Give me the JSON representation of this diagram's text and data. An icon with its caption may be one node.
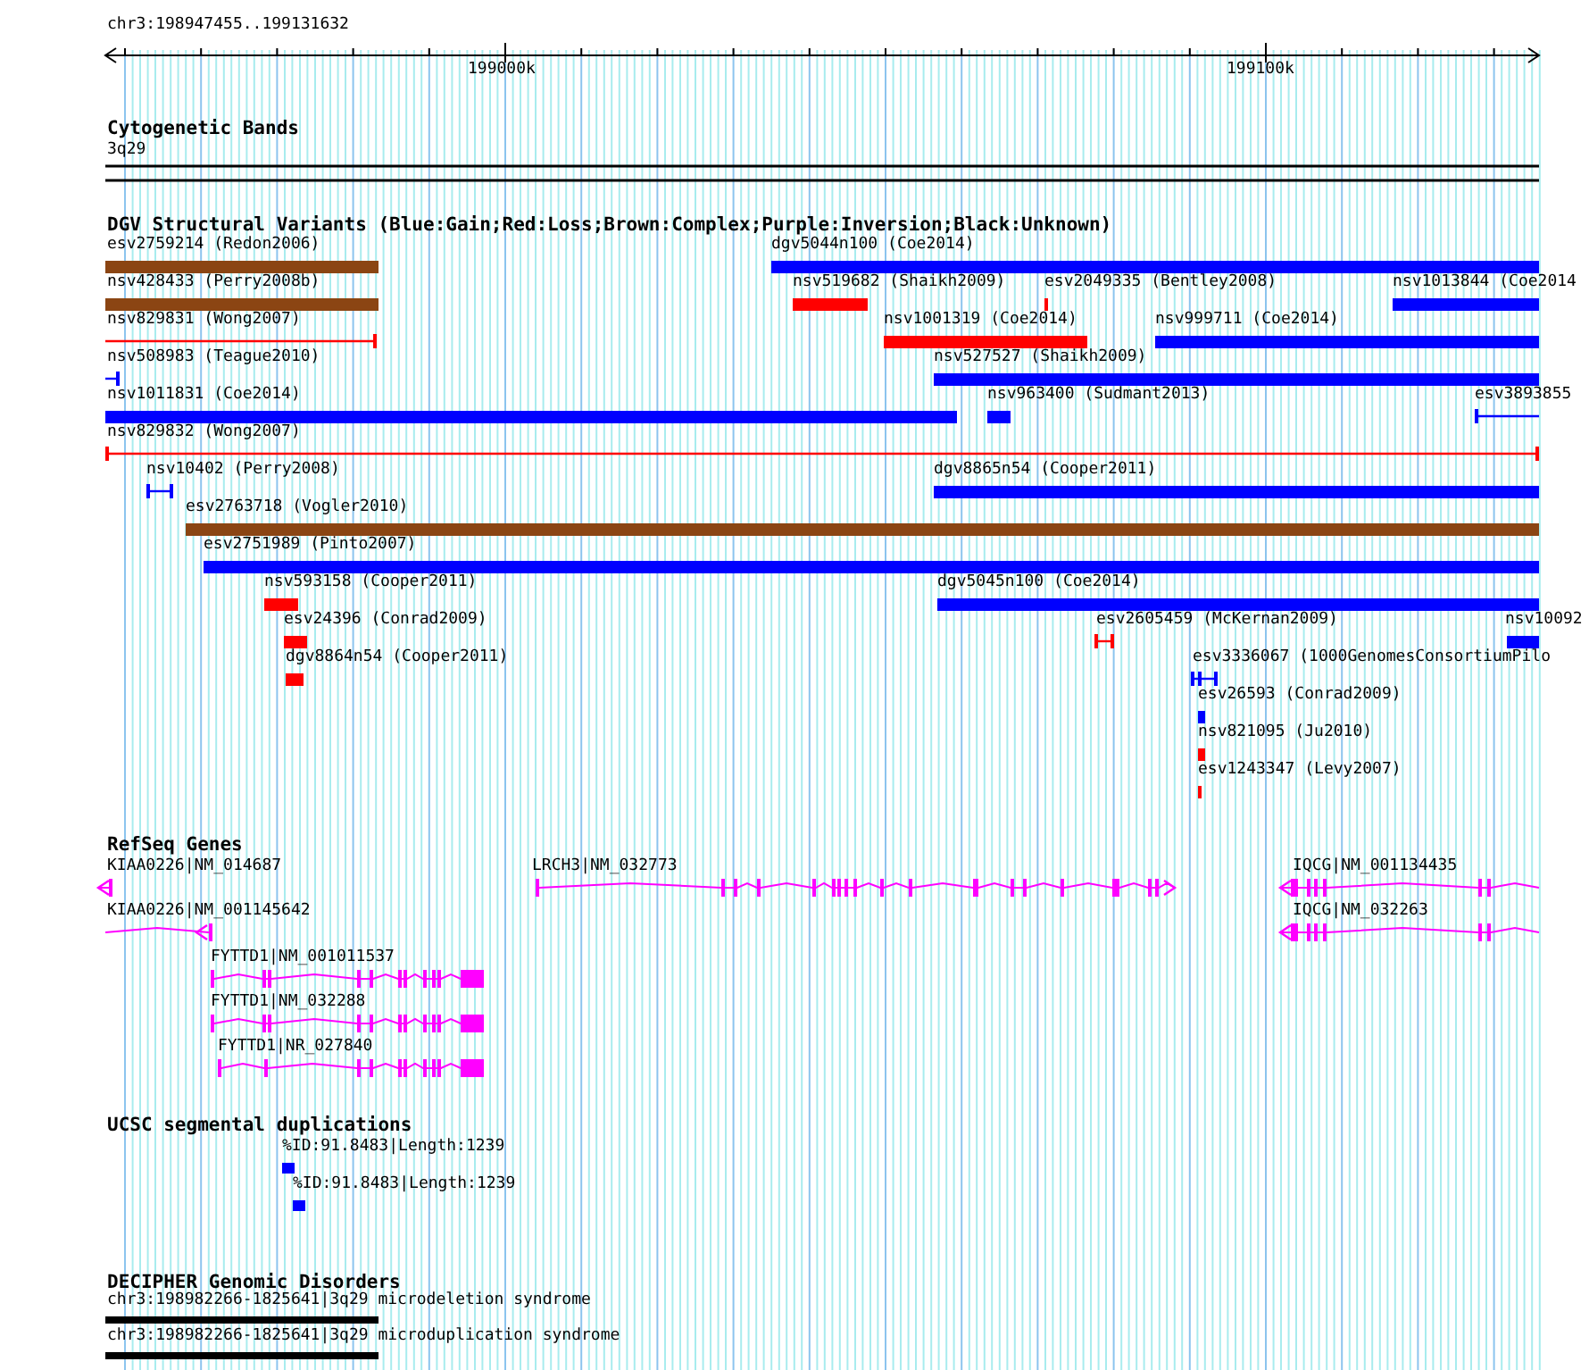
{
  "diagram": {
    "nodes": [
      {
        "text": [
          "3q29"
        ]
      },
      {
        "text": [
          "esv2759214 (Redon2006)"
        ]
      },
      {
        "text": [
          "dgv5044n100 (Coe2014)"
        ]
      },
      {
        "text": [
          "nsv428433 (Perry2008b)"
        ]
      },
      {
        "text": [
          "nsv519682 (Shaikh2009)"
        ]
      },
      {
        "text": [
          "esv2049335 (Bentley2008)"
        ]
      },
      {
        "text": [
          "nsv1013844 (Coe2014"
        ]
      },
      {
        "text": [
          "nsv829831 (Wong2007)"
        ]
      },
      {
        "text": [
          "nsv1001319 (Coe2014)"
        ]
      },
      {
        "text": [
          "nsv999711 (Coe2014)"
        ]
      },
      {
        "text": [
          "nsv508983 (Teague2010)"
        ]
      },
      {
        "text": [
          "nsv527527 (Shaikh2009)"
        ]
      },
      {
        "text": [
          "nsv1011831 (Coe2014)"
        ]
      },
      {
        "text": [
          "nsv963400 (Sudmant2013)"
        ]
      },
      {
        "text": [
          "esv3893855"
        ]
      },
      {
        "text": [
          "nsv829832 (Wong2007)"
        ]
      },
      {
        "text": [
          "nsv10402 (Perry2008)"
        ]
      },
      {
        "text": [
          "dgv8865n54 (Cooper2011)"
        ]
      },
      {
        "text": [
          "esv2763718 (Vogler2010)"
        ]
      },
      {
        "text": [
          "esv2751989 (Pinto2007)"
        ]
      },
      {
        "text": [
          "nsv593158 (Cooper2011)"
        ]
      },
      {
        "text": [
          "dgv5045n100 (Coe2014)"
        ]
      },
      {
        "text": [
          "esv24396 (Conrad2009)"
        ]
      },
      {
        "text": [
          "esv2605459 (McKernan2009)"
        ]
      },
      {
        "text": [
          "nsv10092"
        ]
      },
      {
        "text": [
          "dgv8864n54 (Cooper2011)"
        ]
      },
      {
        "text": [
          "esv3336067 (1000GenomesConsortiumPilo"
        ]
      },
      {
        "text": [
          "esv26593 (Conrad2009)"
        ]
      },
      {
        "text": [
          "nsv821095 (Ju2010)"
        ]
      },
      {
        "text": [
          "esv1243347 (Levy2007)"
        ]
      },
      {
        "text": [
          "KIAA0226|NM_014687"
        ]
      },
      {
        "text": [
          "LRCH3|NM_032773"
        ]
      },
      {
        "text": [
          "IQCG|NM_001134435"
        ]
      },
      {
        "text": [
          "KIAA0226|NM_001145642"
        ]
      },
      {
        "text": [
          "IQCG|NM_032263"
        ]
      },
      {
        "text": [
          "FYTTD1|NM_001011537"
        ]
      },
      {
        "text": [
          "FYTTD1|NM_032288"
        ]
      },
      {
        "text": [
          "FYTTD1|NR_027840"
        ]
      },
      {
        "text": [
          "%ID:91.8483|Length:1239"
        ]
      },
      {
        "text": [
          "%ID:91.8483|Length:1239"
        ]
      },
      {
        "text": [
          "chr3:198982266-1825641|3q29 microdeletion syndrome"
        ]
      },
      {
        "text": [
          "chr3:198982266-1825641|3q29 microduplication syndrome"
        ]
      }
    ],
    "edges": [],
    "labels": [
      "chr3:198947455..199131632",
      "199000k",
      "199100k",
      "Cytogenetic Bands",
      "DGV Structural Variants (Blue:Gain;Red:Loss;Brown:Complex;Purple:Inversion;Black:Unknown)",
      "RefSeq Genes",
      "UCSC segmental duplications",
      "DECIPHER Genomic Disorders"
    ]
  }
}
